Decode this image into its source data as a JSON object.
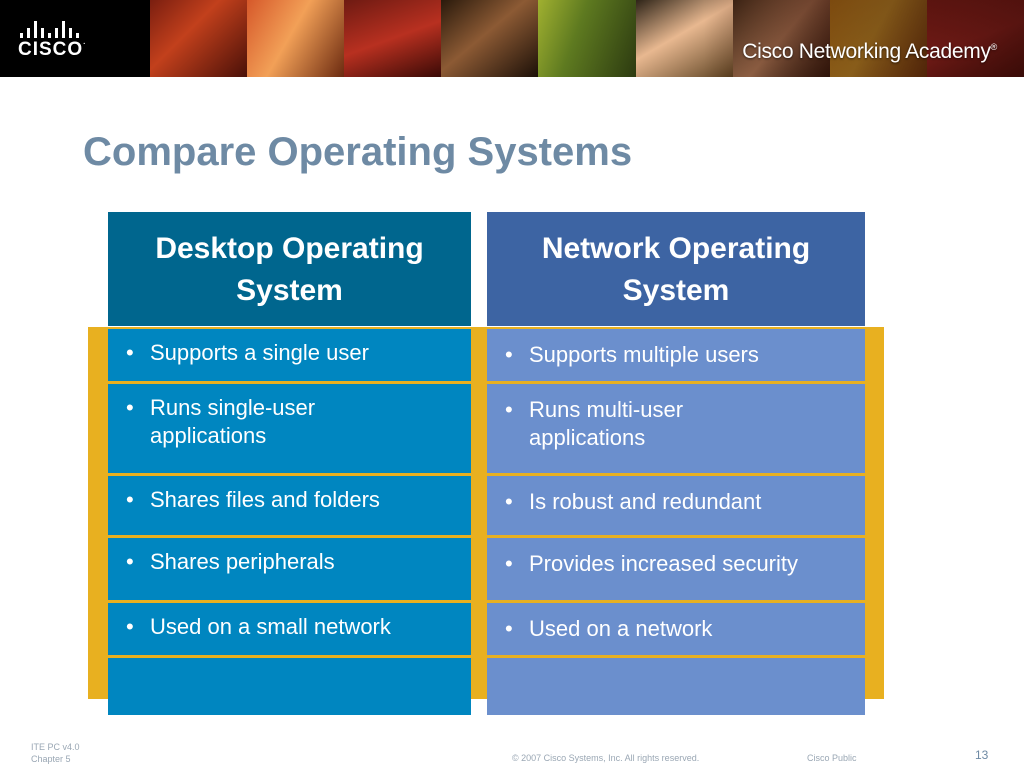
{
  "header": {
    "logo_text": "CISCO",
    "academy_text": "Cisco Networking Academy",
    "academy_mark": "®"
  },
  "slide": {
    "title": "Compare Operating Systems"
  },
  "table": {
    "left_header_line1": "Desktop Operating",
    "left_header_line2": "System",
    "right_header_line1": "Network Operating",
    "right_header_line2": "System",
    "bullet": "•",
    "rows": [
      {
        "left": "Supports a single user",
        "right": "Supports multiple users"
      },
      {
        "left_line1": "Runs single-user",
        "left_line2": "applications",
        "right_line1": "Runs multi-user",
        "right_line2": "applications"
      },
      {
        "left": "Shares files and folders",
        "right": "Is robust and redundant"
      },
      {
        "left": "Shares peripherals",
        "right": "Provides increased security"
      },
      {
        "left": "Used on a small network",
        "right": "Used on a network"
      }
    ]
  },
  "footer": {
    "course": "ITE PC v4.0",
    "chapter": "Chapter 5",
    "copyright": "© 2007 Cisco Systems, Inc. All rights reserved.",
    "classification": "Cisco Public",
    "page_number": "13"
  }
}
